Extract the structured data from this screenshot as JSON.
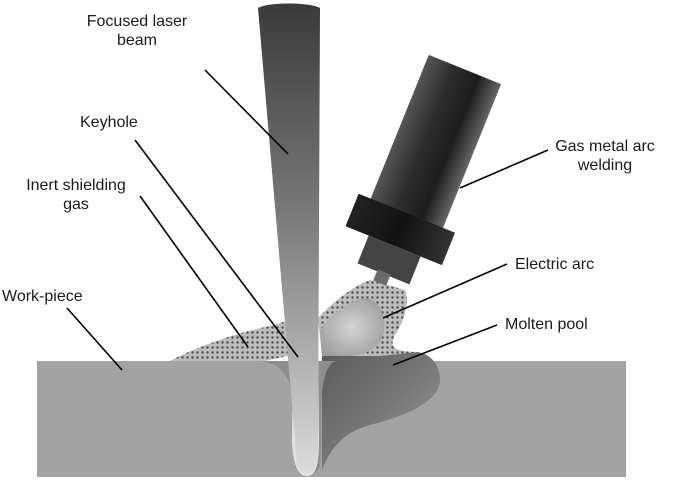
{
  "labels": {
    "focused_laser_beam": [
      "Focused laser",
      "beam"
    ],
    "keyhole": "Keyhole",
    "inert_shielding_gas": [
      "Inert shielding",
      "gas"
    ],
    "work_piece": "Work-piece",
    "gas_metal_arc_welding": [
      "Gas metal arc",
      "welding"
    ],
    "electric_arc": "Electric arc",
    "molten_pool": "Molten pool"
  },
  "colors": {
    "workpiece": "#a3a3a3",
    "torch_dark": "#2a2a2a",
    "beam_top": "#3a3a3a",
    "beam_bottom": "#d8d8d8",
    "leader": "#000000",
    "shield_gas_dots": "#4a4a4a"
  }
}
